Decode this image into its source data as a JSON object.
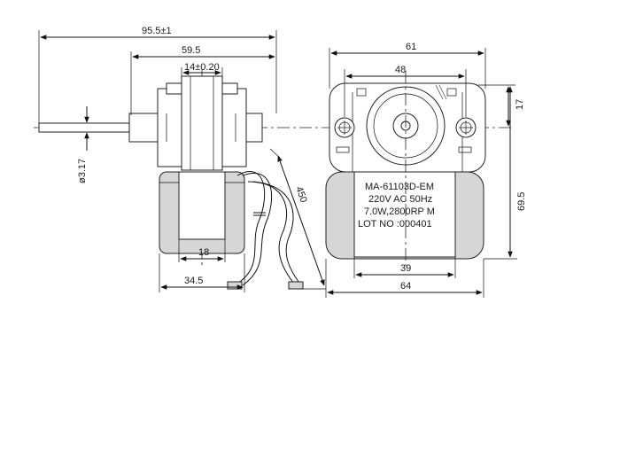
{
  "dimensions": {
    "overall_length": "95.5±1",
    "shaft_to_face": "59.5",
    "bearing_width": "14±0.20",
    "shaft_diameter": "ø3.17",
    "coil_width": "18",
    "base_width": "34.5",
    "lead_length": "450",
    "front_width": "61",
    "hole_spacing": "48",
    "hole_offset": "17",
    "height": "69.5",
    "base_inner": "39",
    "base_outer": "64"
  },
  "nameplate": {
    "line1": "MA-61103D-EM",
    "line2": "220V AC 50Hz",
    "line3": "7.0W,2800RP M",
    "line4": "LOT NO :000401"
  }
}
